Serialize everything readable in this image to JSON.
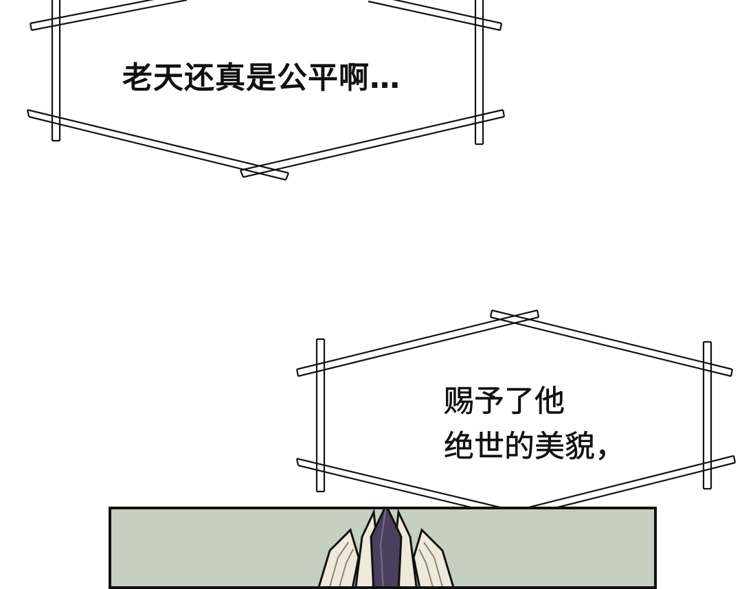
{
  "captions": {
    "first": "老天还真是公平啊…",
    "second_line1": "赐予了他",
    "second_line2": "绝世的美貌，"
  },
  "colors": {
    "panel_fill": "#c6d0c1",
    "outline": "#111111",
    "ornament_dark": "#4a3f5c",
    "ornament_light": "#efe9dc"
  }
}
